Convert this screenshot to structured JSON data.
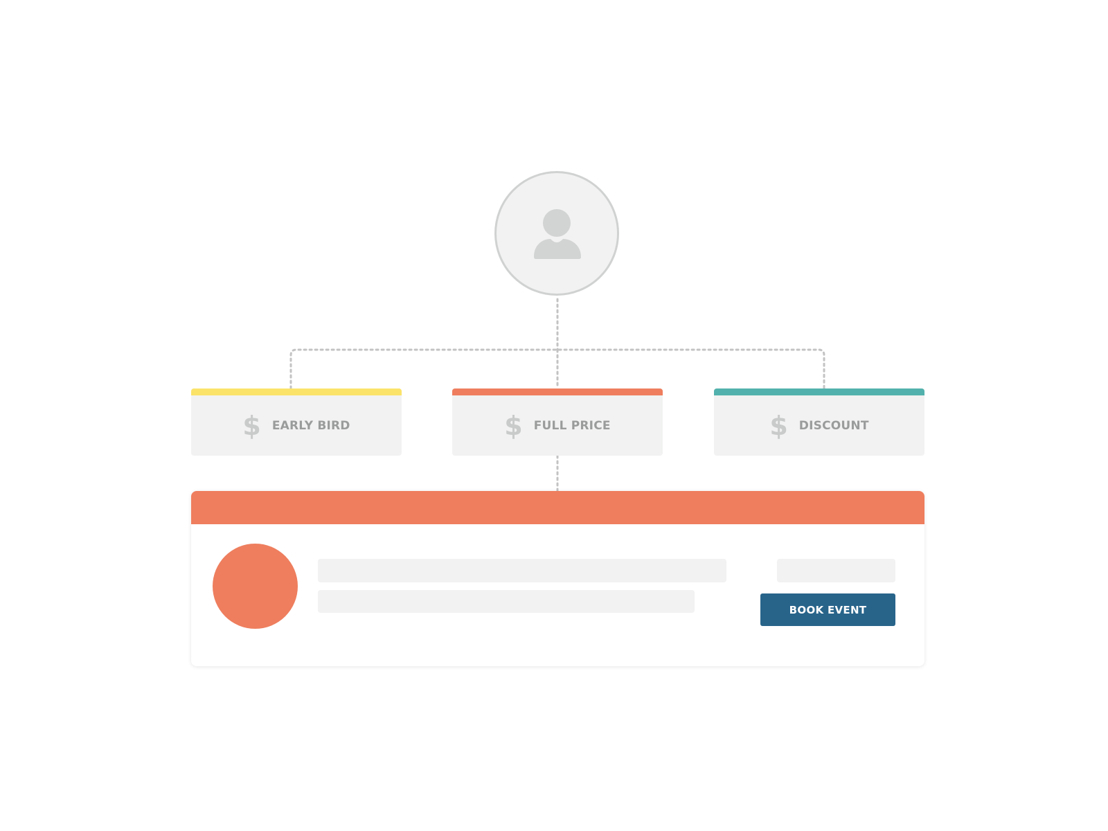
{
  "colors": {
    "early_bird": "#fbe36a",
    "full_price": "#ee7e5e",
    "discount": "#52b1ac",
    "event_header": "#ee7e5e",
    "event_image": "#ee7e5e",
    "book_button": "#28648a",
    "placeholder": "#f1f2f1",
    "connector": "#c3c3c3"
  },
  "user_node": {
    "icon": "user-icon"
  },
  "price_options": [
    {
      "icon": "dollar-icon",
      "symbol": "$",
      "label": "EARLY BIRD"
    },
    {
      "icon": "dollar-icon",
      "symbol": "$",
      "label": "FULL PRICE"
    },
    {
      "icon": "dollar-icon",
      "symbol": "$",
      "label": "DISCOUNT"
    }
  ],
  "event_card": {
    "book_button_label": "BOOK EVENT"
  }
}
